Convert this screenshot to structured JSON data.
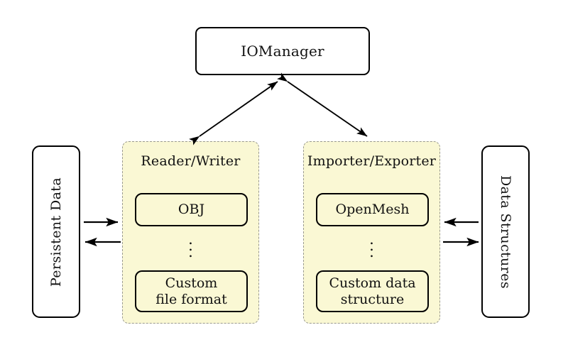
{
  "diagram": {
    "title_node": {
      "label": "IOManager"
    },
    "left_endpoint": {
      "label": "Persistent Data",
      "orientation": "rotated-ccw"
    },
    "right_endpoint": {
      "label": "Data Structures",
      "orientation": "rotated-cw"
    },
    "groups": [
      {
        "id": "reader-writer",
        "label": "Reader/Writer",
        "items": [
          {
            "label": "OBJ"
          },
          {
            "label": "Custom\nfile format",
            "line1": "Custom",
            "line2": "file format"
          }
        ],
        "ellipsis": "⋮"
      },
      {
        "id": "importer-exporter",
        "label": "Importer/Exporter",
        "items": [
          {
            "label": "OpenMesh"
          },
          {
            "label": "Custom data\nstructure",
            "line1": "Custom data",
            "line2": "structure"
          }
        ],
        "ellipsis": "⋮"
      }
    ],
    "connections": [
      {
        "id": "iomanager-to-reader-writer",
        "from": "IOManager",
        "to": "Reader/Writer",
        "style": "double-headed-diagonal"
      },
      {
        "id": "iomanager-to-importer-exporter",
        "from": "IOManager",
        "to": "Importer/Exporter",
        "style": "double-headed-diagonal"
      },
      {
        "id": "persistent-data-to-reader-writer",
        "from": "Persistent Data",
        "to": "Reader/Writer",
        "style": "single-headed-right"
      },
      {
        "id": "reader-writer-to-persistent-data",
        "from": "Reader/Writer",
        "to": "Persistent Data",
        "style": "single-headed-left"
      },
      {
        "id": "data-structures-to-importer-exporter",
        "from": "Data Structures",
        "to": "Importer/Exporter",
        "style": "single-headed-left"
      },
      {
        "id": "importer-exporter-to-data-structures",
        "from": "Importer/Exporter",
        "to": "Data Structures",
        "style": "single-headed-right"
      }
    ],
    "colors": {
      "group_fill": "#FAF8D4",
      "group_border": "#9A9A90",
      "node_border": "#000000",
      "background": "#FFFFFF",
      "text": "#111111"
    }
  }
}
